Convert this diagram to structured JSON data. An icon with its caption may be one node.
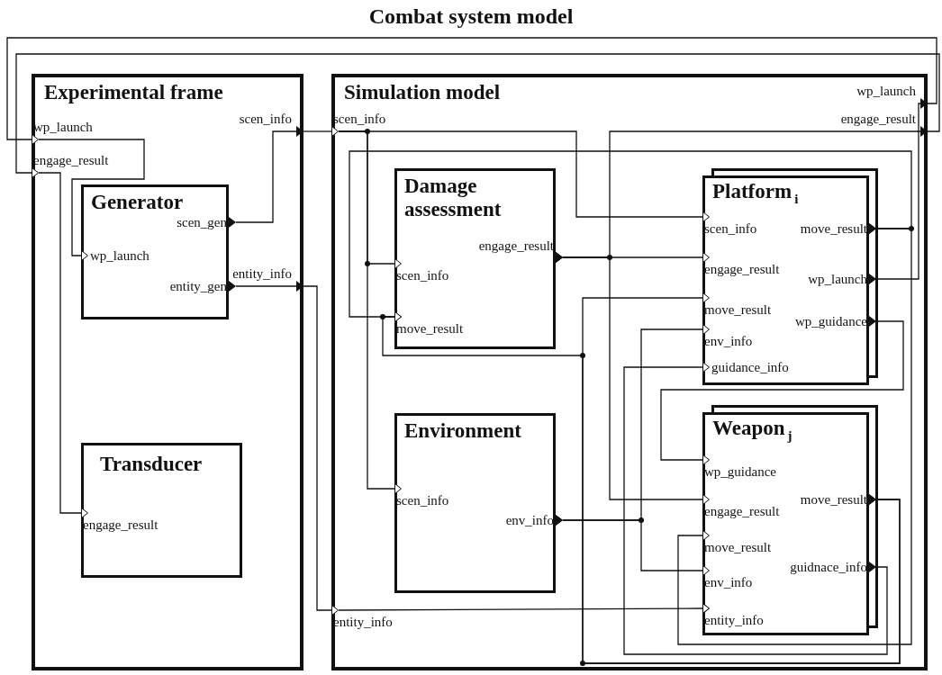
{
  "diagram": {
    "title": "Combat system model",
    "nodes": [
      {
        "text": [
          "Experimental frame"
        ]
      },
      {
        "text": [
          "wp_launch"
        ],
        "in": 0
      },
      {
        "text": [
          "engage_result"
        ],
        "in": 0
      },
      {
        "text": [
          "scen_info"
        ],
        "in": 0
      },
      {
        "text": [
          "entity_info"
        ],
        "in": 0
      },
      {
        "text": [
          "Generator"
        ],
        "in": 0
      },
      {
        "text": [
          "wp_launch"
        ],
        "in": 5
      },
      {
        "text": [
          "scen_gen"
        ],
        "in": 5
      },
      {
        "text": [
          "entity_gen"
        ],
        "in": 5
      },
      {
        "text": [
          "Transducer"
        ],
        "in": 0
      },
      {
        "text": [
          "engage_result"
        ],
        "in": 9
      },
      {
        "text": [
          "Simulation model"
        ]
      },
      {
        "text": [
          "scen_info"
        ],
        "in": 11
      },
      {
        "text": [
          "entity_info"
        ],
        "in": 11
      },
      {
        "text": [
          "wp_launch"
        ],
        "in": 11
      },
      {
        "text": [
          "engage_result"
        ],
        "in": 11
      },
      {
        "text": [
          "Damage assessment"
        ],
        "in": 11
      },
      {
        "text": [
          "scen_info"
        ],
        "in": 16
      },
      {
        "text": [
          "move_result"
        ],
        "in": 16
      },
      {
        "text": [
          "engage_result"
        ],
        "in": 16
      },
      {
        "text": [
          "Environment"
        ],
        "in": 11
      },
      {
        "text": [
          "scen_info"
        ],
        "in": 20
      },
      {
        "text": [
          "env_info"
        ],
        "in": 20
      },
      {
        "text": [
          "Platform$_{i}$"
        ],
        "in": 11
      },
      {
        "text": [
          "scen_info"
        ],
        "in": 23
      },
      {
        "text": [
          "engage_result"
        ],
        "in": 23
      },
      {
        "text": [
          "move_result"
        ],
        "in": 23
      },
      {
        "text": [
          "env_info"
        ],
        "in": 23
      },
      {
        "text": [
          "guidance_info"
        ],
        "in": 23
      },
      {
        "text": [
          "move_result"
        ],
        "in": 23
      },
      {
        "text": [
          "wp_launch"
        ],
        "in": 23
      },
      {
        "text": [
          "wp_guidance"
        ],
        "in": 23
      },
      {
        "text": [
          "Weapon$_{j}$"
        ],
        "in": 11
      },
      {
        "text": [
          "wp_guidance"
        ],
        "in": 32
      },
      {
        "text": [
          "engage_result"
        ],
        "in": 32
      },
      {
        "text": [
          "move_result"
        ],
        "in": 32
      },
      {
        "text": [
          "env_info"
        ],
        "in": 32
      },
      {
        "text": [
          "entity_info"
        ],
        "in": 32
      },
      {
        "text": [
          "move_result"
        ],
        "in": 32
      },
      {
        "text": [
          "guidnace_info"
        ],
        "in": 32
      }
    ],
    "edges": [
      {
        "from": 14,
        "to": 1,
        "arrow": "to"
      },
      {
        "from": 15,
        "to": 2,
        "arrow": "to"
      },
      {
        "from": 7,
        "to": 3,
        "arrow": "to"
      },
      {
        "from": 8,
        "to": 4,
        "arrow": "to"
      },
      {
        "from": 1,
        "to": 6,
        "arrow": "to"
      },
      {
        "from": 2,
        "to": 10,
        "arrow": "to"
      },
      {
        "from": 3,
        "to": 12,
        "arrow": "to"
      },
      {
        "from": 4,
        "to": 13,
        "arrow": "to"
      },
      {
        "from": 12,
        "to": 17,
        "arrow": "to"
      },
      {
        "from": 12,
        "to": 21,
        "arrow": "to"
      },
      {
        "from": 12,
        "to": 24,
        "arrow": "to"
      },
      {
        "from": 13,
        "to": 37,
        "arrow": "to"
      },
      {
        "from": 19,
        "to": 25,
        "arrow": "to"
      },
      {
        "from": 19,
        "to": 34,
        "arrow": "to"
      },
      {
        "from": 19,
        "to": 15,
        "arrow": "to"
      },
      {
        "from": 29,
        "to": 18,
        "arrow": "to"
      },
      {
        "from": 29,
        "to": 35,
        "arrow": "to"
      },
      {
        "from": 38,
        "to": 18,
        "arrow": "to"
      },
      {
        "from": 38,
        "to": 26,
        "arrow": "to"
      },
      {
        "from": 22,
        "to": 27,
        "arrow": "to"
      },
      {
        "from": 22,
        "to": 36,
        "arrow": "to"
      },
      {
        "from": 30,
        "to": 14,
        "arrow": "to"
      },
      {
        "from": 31,
        "to": 33,
        "arrow": "to"
      },
      {
        "from": 39,
        "to": 28,
        "arrow": "to"
      }
    ]
  }
}
